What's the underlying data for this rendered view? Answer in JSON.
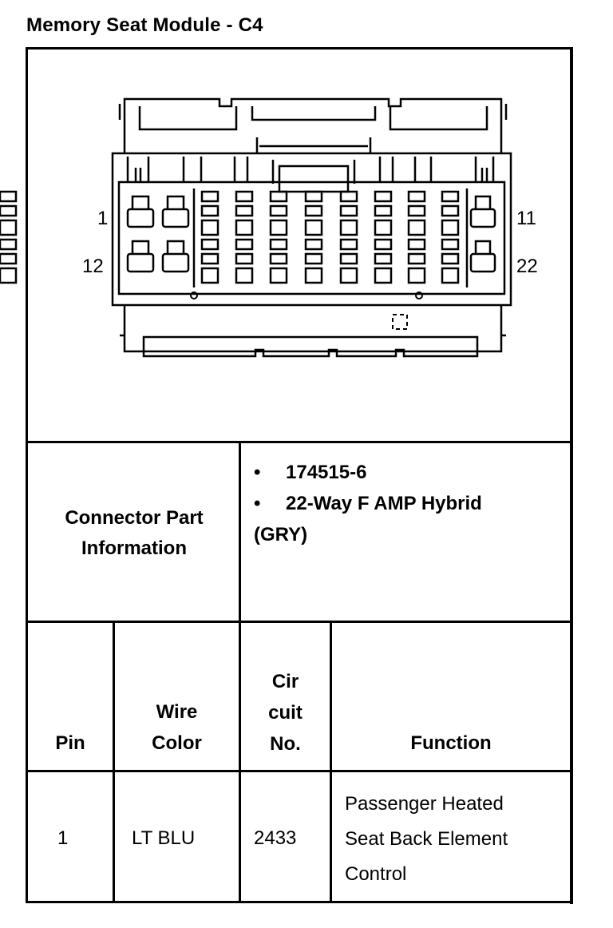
{
  "title": "Memory Seat Module - C4",
  "connector": {
    "pin_labels": {
      "top_left": "1",
      "bottom_left": "12",
      "top_right": "11",
      "bottom_right": "22"
    }
  },
  "part_info": {
    "label_line1": "Connector Part",
    "label_line2": "Information",
    "items": [
      "174515-6",
      "22-Way F AMP Hybrid"
    ],
    "item_continuation": "(GRY)"
  },
  "table": {
    "headers": {
      "pin": "Pin",
      "wire_color": [
        "Wire",
        "Color"
      ],
      "circuit": [
        "Cir",
        "cuit",
        "No."
      ],
      "function": "Function"
    },
    "rows": [
      {
        "pin": "1",
        "wire_color": "LT BLU",
        "circuit": "2433",
        "function": [
          "Passenger Heated",
          "Seat Back Element",
          "Control"
        ]
      }
    ]
  }
}
